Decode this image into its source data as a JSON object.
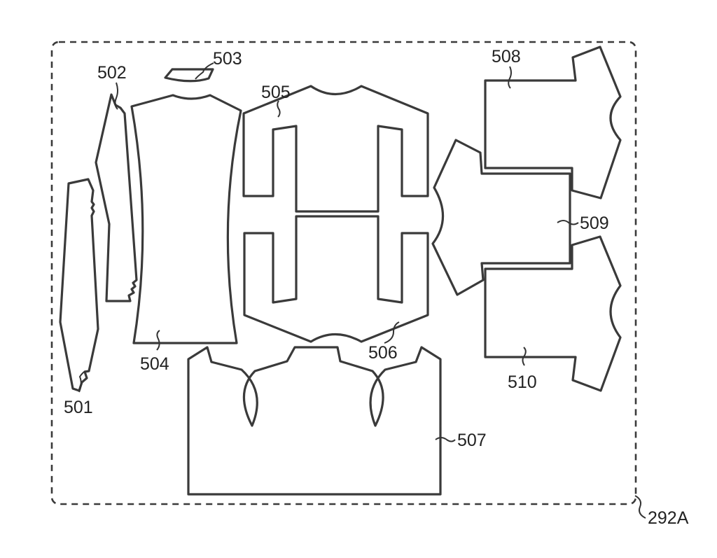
{
  "figure": {
    "frame_label": "292A",
    "pieces": [
      {
        "id": "piece-501",
        "label": "501"
      },
      {
        "id": "piece-502",
        "label": "502"
      },
      {
        "id": "piece-503",
        "label": "503"
      },
      {
        "id": "piece-504",
        "label": "504"
      },
      {
        "id": "piece-505",
        "label": "505"
      },
      {
        "id": "piece-506",
        "label": "506"
      },
      {
        "id": "piece-507",
        "label": "507"
      },
      {
        "id": "piece-508",
        "label": "508"
      },
      {
        "id": "piece-509",
        "label": "509"
      },
      {
        "id": "piece-510",
        "label": "510"
      }
    ]
  }
}
